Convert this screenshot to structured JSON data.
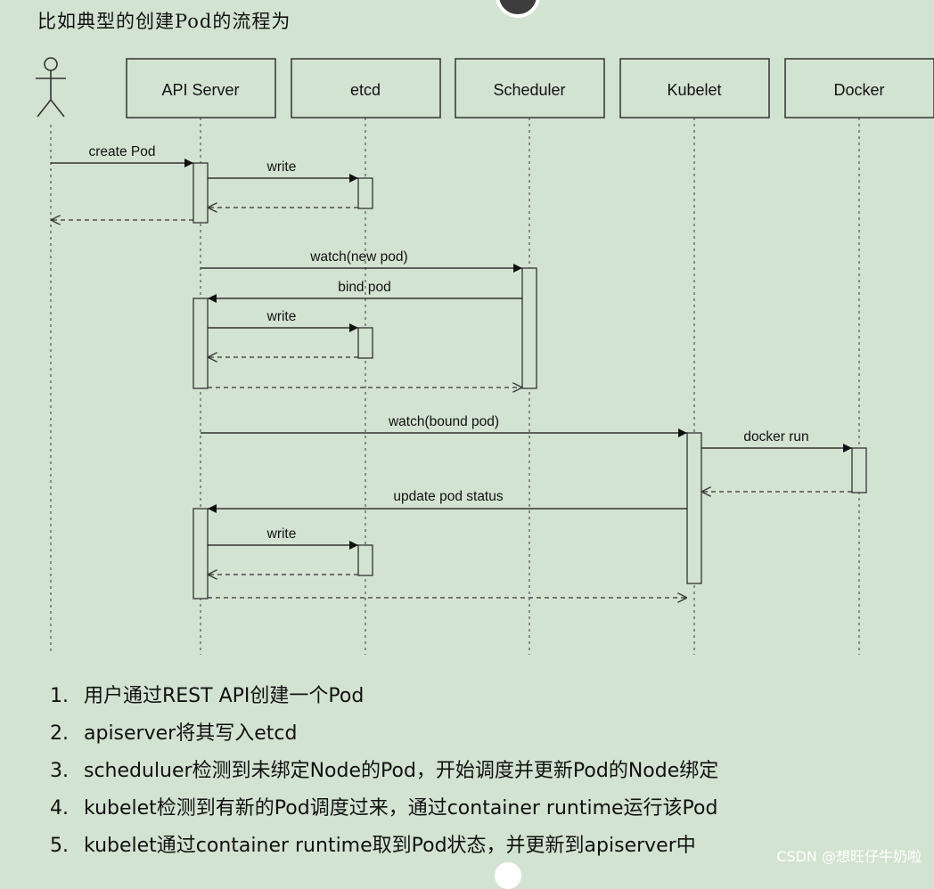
{
  "heading": "比如典型的创建Pod的流程为",
  "diagram": {
    "participants": [
      {
        "id": "user",
        "label": "",
        "icon": "stick-figure-icon"
      },
      {
        "id": "api",
        "label": "API Server"
      },
      {
        "id": "etcd",
        "label": "etcd"
      },
      {
        "id": "scheduler",
        "label": "Scheduler"
      },
      {
        "id": "kubelet",
        "label": "Kubelet"
      },
      {
        "id": "docker",
        "label": "Docker"
      }
    ],
    "messages": [
      {
        "from": "user",
        "to": "api",
        "label": "create Pod",
        "kind": "call"
      },
      {
        "from": "api",
        "to": "etcd",
        "label": "write",
        "kind": "call"
      },
      {
        "from": "etcd",
        "to": "api",
        "label": "",
        "kind": "return"
      },
      {
        "from": "api",
        "to": "user",
        "label": "",
        "kind": "return"
      },
      {
        "from": "api",
        "to": "scheduler",
        "label": "watch(new pod)",
        "kind": "call"
      },
      {
        "from": "scheduler",
        "to": "api",
        "label": "bind pod",
        "kind": "call"
      },
      {
        "from": "api",
        "to": "etcd",
        "label": "write",
        "kind": "call"
      },
      {
        "from": "etcd",
        "to": "api",
        "label": "",
        "kind": "return"
      },
      {
        "from": "api",
        "to": "scheduler",
        "label": "",
        "kind": "return"
      },
      {
        "from": "api",
        "to": "kubelet",
        "label": "watch(bound pod)",
        "kind": "call"
      },
      {
        "from": "kubelet",
        "to": "docker",
        "label": "docker run",
        "kind": "call"
      },
      {
        "from": "docker",
        "to": "kubelet",
        "label": "",
        "kind": "return"
      },
      {
        "from": "kubelet",
        "to": "api",
        "label": "update pod status",
        "kind": "call"
      },
      {
        "from": "api",
        "to": "etcd",
        "label": "write",
        "kind": "call"
      },
      {
        "from": "etcd",
        "to": "api",
        "label": "",
        "kind": "return"
      },
      {
        "from": "api",
        "to": "kubelet",
        "label": "",
        "kind": "return"
      }
    ]
  },
  "steps": [
    {
      "num": "1.",
      "text": "用户通过REST API创建一个Pod"
    },
    {
      "num": "2.",
      "text": "apiserver将其写入etcd"
    },
    {
      "num": "3.",
      "text": "scheduluer检测到未绑定Node的Pod，开始调度并更新Pod的Node绑定"
    },
    {
      "num": "4.",
      "text": "kubelet检测到有新的Pod调度过来，通过container runtime运行该Pod"
    },
    {
      "num": "5.",
      "text": "kubelet通过container runtime取到Pod状态，并更新到apiserver中"
    }
  ],
  "watermark": "CSDN @想旺仔牛奶啦"
}
